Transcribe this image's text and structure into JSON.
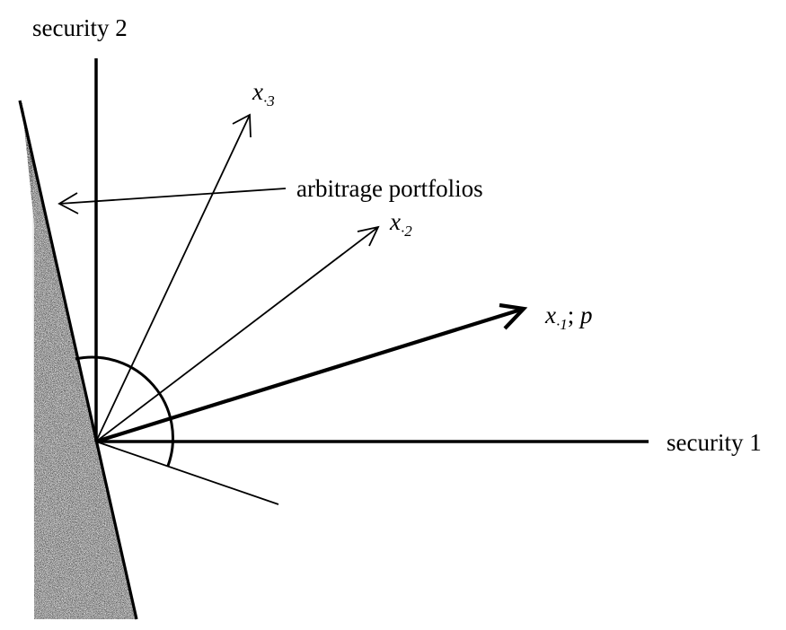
{
  "labels": {
    "security_2": "security 2",
    "security_1": "security 1",
    "arbitrage": "arbitrage portfolios",
    "x3_base": "x",
    "x3_sub": "·3",
    "x2_base": "x",
    "x2_sub": "·2",
    "x1_base": "x",
    "x1_sub": "·1",
    "x1_suffix": "; ",
    "x1_p": "p"
  },
  "colors": {
    "ink": "#000000",
    "shade": "#9a9a9a",
    "background": "#ffffff"
  }
}
